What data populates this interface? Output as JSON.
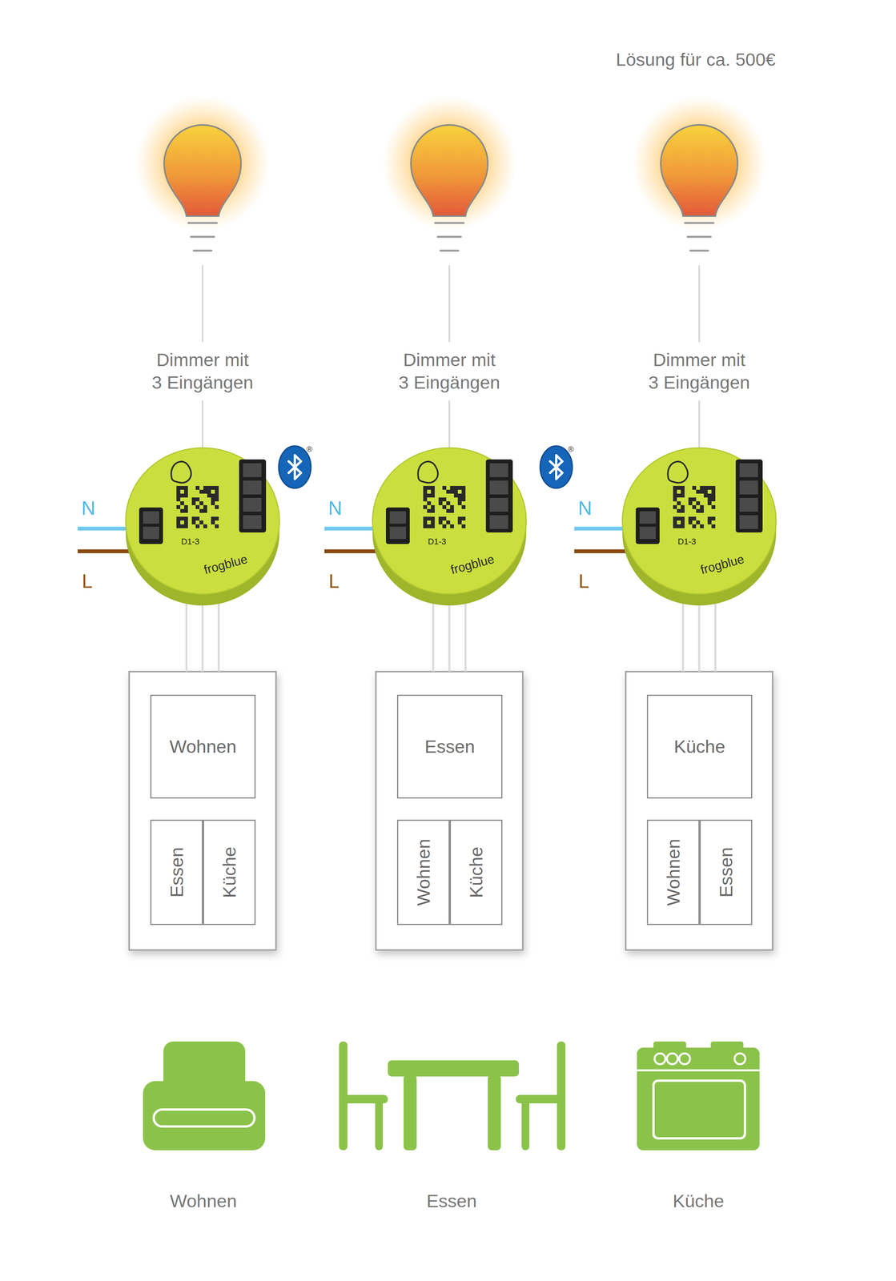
{
  "diagram": {
    "nodes": [
      {
        "text": [
          "Wohnen"
        ]
      },
      {
        "text": [
          "Essen"
        ]
      },
      {
        "text": [
          "Küche"
        ]
      },
      {
        "text": [
          "Essen"
        ]
      },
      {
        "text": [
          "Wohnen"
        ]
      },
      {
        "text": [
          "Küche"
        ]
      },
      {
        "text": [
          "Küche"
        ]
      },
      {
        "text": [
          "Wohnen"
        ]
      },
      {
        "text": [
          "Essen"
        ]
      }
    ],
    "labels": [
      "Lösung für ca. 500€",
      "Dimmer mit 3 Eingängen",
      "Dimmer mit 3 Eingängen",
      "Dimmer mit 3 Eingängen",
      "N",
      "D1-3",
      "frogblue",
      "L",
      "N",
      "D1-3",
      "frogblue",
      "L",
      "N",
      "D1-3",
      "frogblue",
      "L",
      "Wohnen",
      "Essen",
      "Küche",
      "®",
      "®"
    ]
  }
}
